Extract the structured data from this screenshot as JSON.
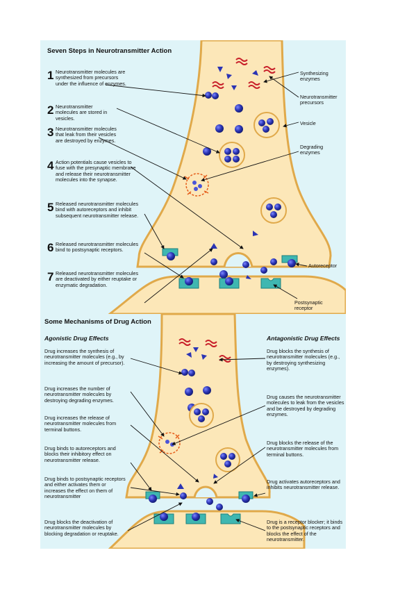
{
  "top": {
    "title": "Seven Steps in Neurotransmitter Action",
    "steps": [
      {
        "num": "1",
        "text": "Neurotransmitter molecules are synthesized from precursors under the influence of enzymes."
      },
      {
        "num": "2",
        "text": "Neurotransmitter molecules are stored in vesicles."
      },
      {
        "num": "3",
        "text": "Neurotransmitter molecules that leak from their vesicles are destroyed by enzymes."
      },
      {
        "num": "4",
        "text": "Action potentials cause vesicles to fuse with the presynaptic membrane and release their neurotransmitter molecules into the synapse."
      },
      {
        "num": "5",
        "text": "Released neurotransmitter molecules bind with autoreceptors and inhibit subsequent neurotransmitter release."
      },
      {
        "num": "6",
        "text": "Released neurotransmitter molecules bind to postsynaptic receptors."
      },
      {
        "num": "7",
        "text": "Released neurotransmitter molecules are deactivated by either reuptake or enzymatic degradation."
      }
    ],
    "labels": {
      "synthesizing_enzymes": "Synthesizing enzymes",
      "precursors": "Neurotransmitter precursors",
      "vesicle": "Vesicle",
      "degrading_enzymes": "Degrading enzymes",
      "autoreceptor": "Autoreceptor",
      "postsynaptic_receptor": "Postsynaptic receptor"
    }
  },
  "bottom": {
    "title": "Some Mechanisms of Drug Action",
    "agonistic_header": "Agonistic Drug Effects",
    "antagonistic_header": "Antagonistic Drug Effects",
    "agonistic": [
      "Drug increases the synthesis of neurotransmitter molecules (e.g., by increasing the amount of precursor).",
      "Drug increases the number of neurotransmitter molecules by destroying degrading enzymes.",
      "Drug increases the release of neurotransmitter molecules from terminal buttons.",
      "Drug binds to autoreceptors and blocks their inhibitory effect on neurotransmitter release.",
      "Drug binds to postsynaptic receptors and either activates them or increases the effect on them of neurotransmitter",
      "Drug blocks the deactivation of neurotransmitter molecules by blocking degradation or reuptake."
    ],
    "antagonistic": [
      "Drug blocks the synthesis of neurotransmitter molecules (e.g., by destroying synthesizing enzymes).",
      "Drug causes the neurotransmitter molecules to leak from the vesicles and be destroyed by degrading enzymes.",
      "Drug blocks the release of the neurotransmitter molecules from terminal buttons.",
      "Drug activates autoreceptors and inhibits neurotransmitter release.",
      "Drug is a receptor blocker; it binds to the postsynaptic receptors and blocks the effect of the neurotransmitter."
    ]
  },
  "colors": {
    "background": "#dff4f8",
    "terminal_fill": "#fce7b8",
    "terminal_edge": "#e0a94a",
    "molecule": "#2b34b4",
    "receptor": "#3fb7b1",
    "precursor": "#c8202a"
  }
}
